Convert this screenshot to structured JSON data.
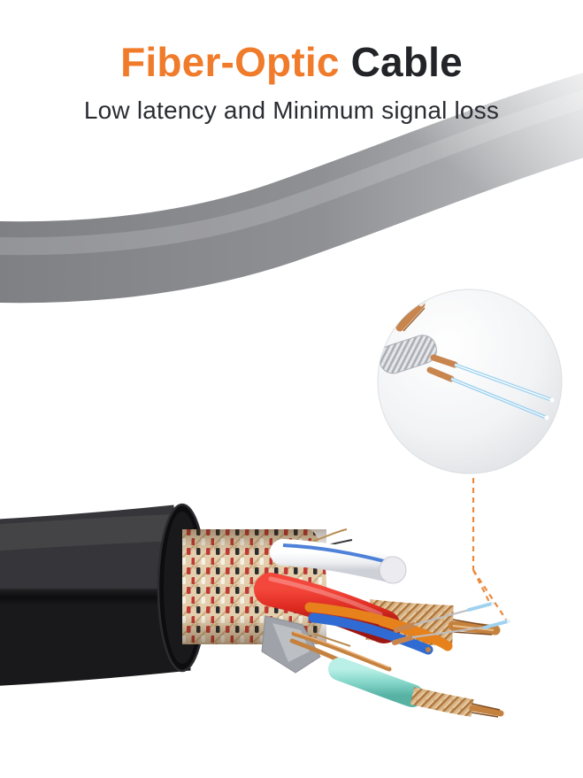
{
  "header": {
    "title_accent": "Fiber-Optic",
    "title_rest": " Cable",
    "subtitle": "Low latency and Minimum signal loss"
  },
  "colors": {
    "accent_orange": "#f07b2a",
    "title_dark": "#222428",
    "subtitle_dark": "#2a2d33",
    "cable_gray": "#8f9094",
    "jacket_black": "#121214",
    "braid_tan": "#e3cfae",
    "speckle_red": "#c03a34",
    "speckle_black": "#2c2b2e",
    "speckle_white": "#f6f1e5",
    "wire_red": "#dd2a21",
    "wire_white": "#f1f1f4",
    "wire_orange": "#e6811c",
    "wire_blue": "#2f6bd2",
    "wire_teal": "#7fd2c5",
    "copper": "#c5823f",
    "fiber_blue": "#9fd2ef",
    "callout_orange": "#ea8a3e",
    "inset_gray": "#ced1d5"
  },
  "figure": {
    "main_subject": "fiber-optic cable cross-section",
    "inset_subject": "magnified fiber strands"
  }
}
